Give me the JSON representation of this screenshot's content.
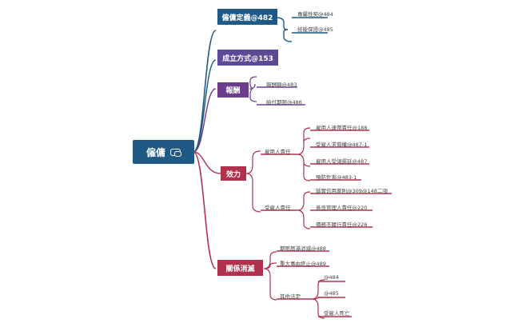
{
  "root": {
    "label": "僱傭"
  },
  "branches": [
    {
      "label": "僱傭定義@482",
      "color": "#1f5a86",
      "children": [
        {
          "label": "專屬性契@484"
        },
        {
          "label": "技能保證@485"
        }
      ]
    },
    {
      "label": "成立方式@153",
      "color": "#5b4a96",
      "children": []
    },
    {
      "label": "報酬",
      "color": "#6b3e8c",
      "children": [
        {
          "label": "報酬額@483"
        },
        {
          "label": "給付期限@486"
        }
      ]
    },
    {
      "label": "效力",
      "color": "#b0334e",
      "children": [
        {
          "label": "雇用人責任",
          "children": [
            {
              "label": "雇用人連帶責任@188"
            },
            {
              "label": "受雇人求償權@487-1"
            },
            {
              "label": "雇用人受領遲延@487"
            },
            {
              "label": "預防危害@483-1"
            }
          ]
        },
        {
          "label": "受雇人責任",
          "children": [
            {
              "label": "誠實信用原則@309@148二項"
            },
            {
              "label": "善良管理人責任@220"
            },
            {
              "label": "債務不履行責任@226"
            }
          ]
        }
      ]
    },
    {
      "label": "關係消滅",
      "color": "#b0334e",
      "children": [
        {
          "label": "期限屆滿消滅@488"
        },
        {
          "label": "重大事由終止@489"
        },
        {
          "label": "其他法定",
          "children": [
            {
              "label": "@484"
            },
            {
              "label": "@485"
            },
            {
              "label": "受雇人死亡"
            }
          ]
        }
      ]
    }
  ]
}
